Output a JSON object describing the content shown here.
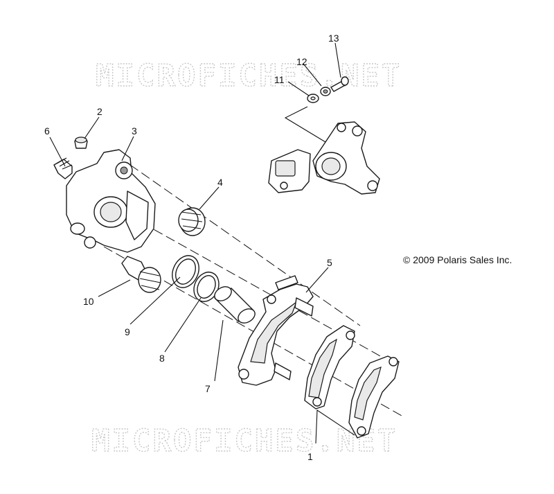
{
  "watermark": {
    "text": "MICROFICHES.NET"
  },
  "copyright": "© 2009 Polaris Sales Inc.",
  "callouts": [
    {
      "id": "1",
      "label": "1"
    },
    {
      "id": "2",
      "label": "2"
    },
    {
      "id": "3",
      "label": "3"
    },
    {
      "id": "4",
      "label": "4"
    },
    {
      "id": "5",
      "label": "5"
    },
    {
      "id": "6",
      "label": "6"
    },
    {
      "id": "7",
      "label": "7"
    },
    {
      "id": "8",
      "label": "8"
    },
    {
      "id": "9",
      "label": "9"
    },
    {
      "id": "10",
      "label": "10"
    },
    {
      "id": "11",
      "label": "11"
    },
    {
      "id": "12",
      "label": "12"
    },
    {
      "id": "13",
      "label": "13"
    }
  ]
}
